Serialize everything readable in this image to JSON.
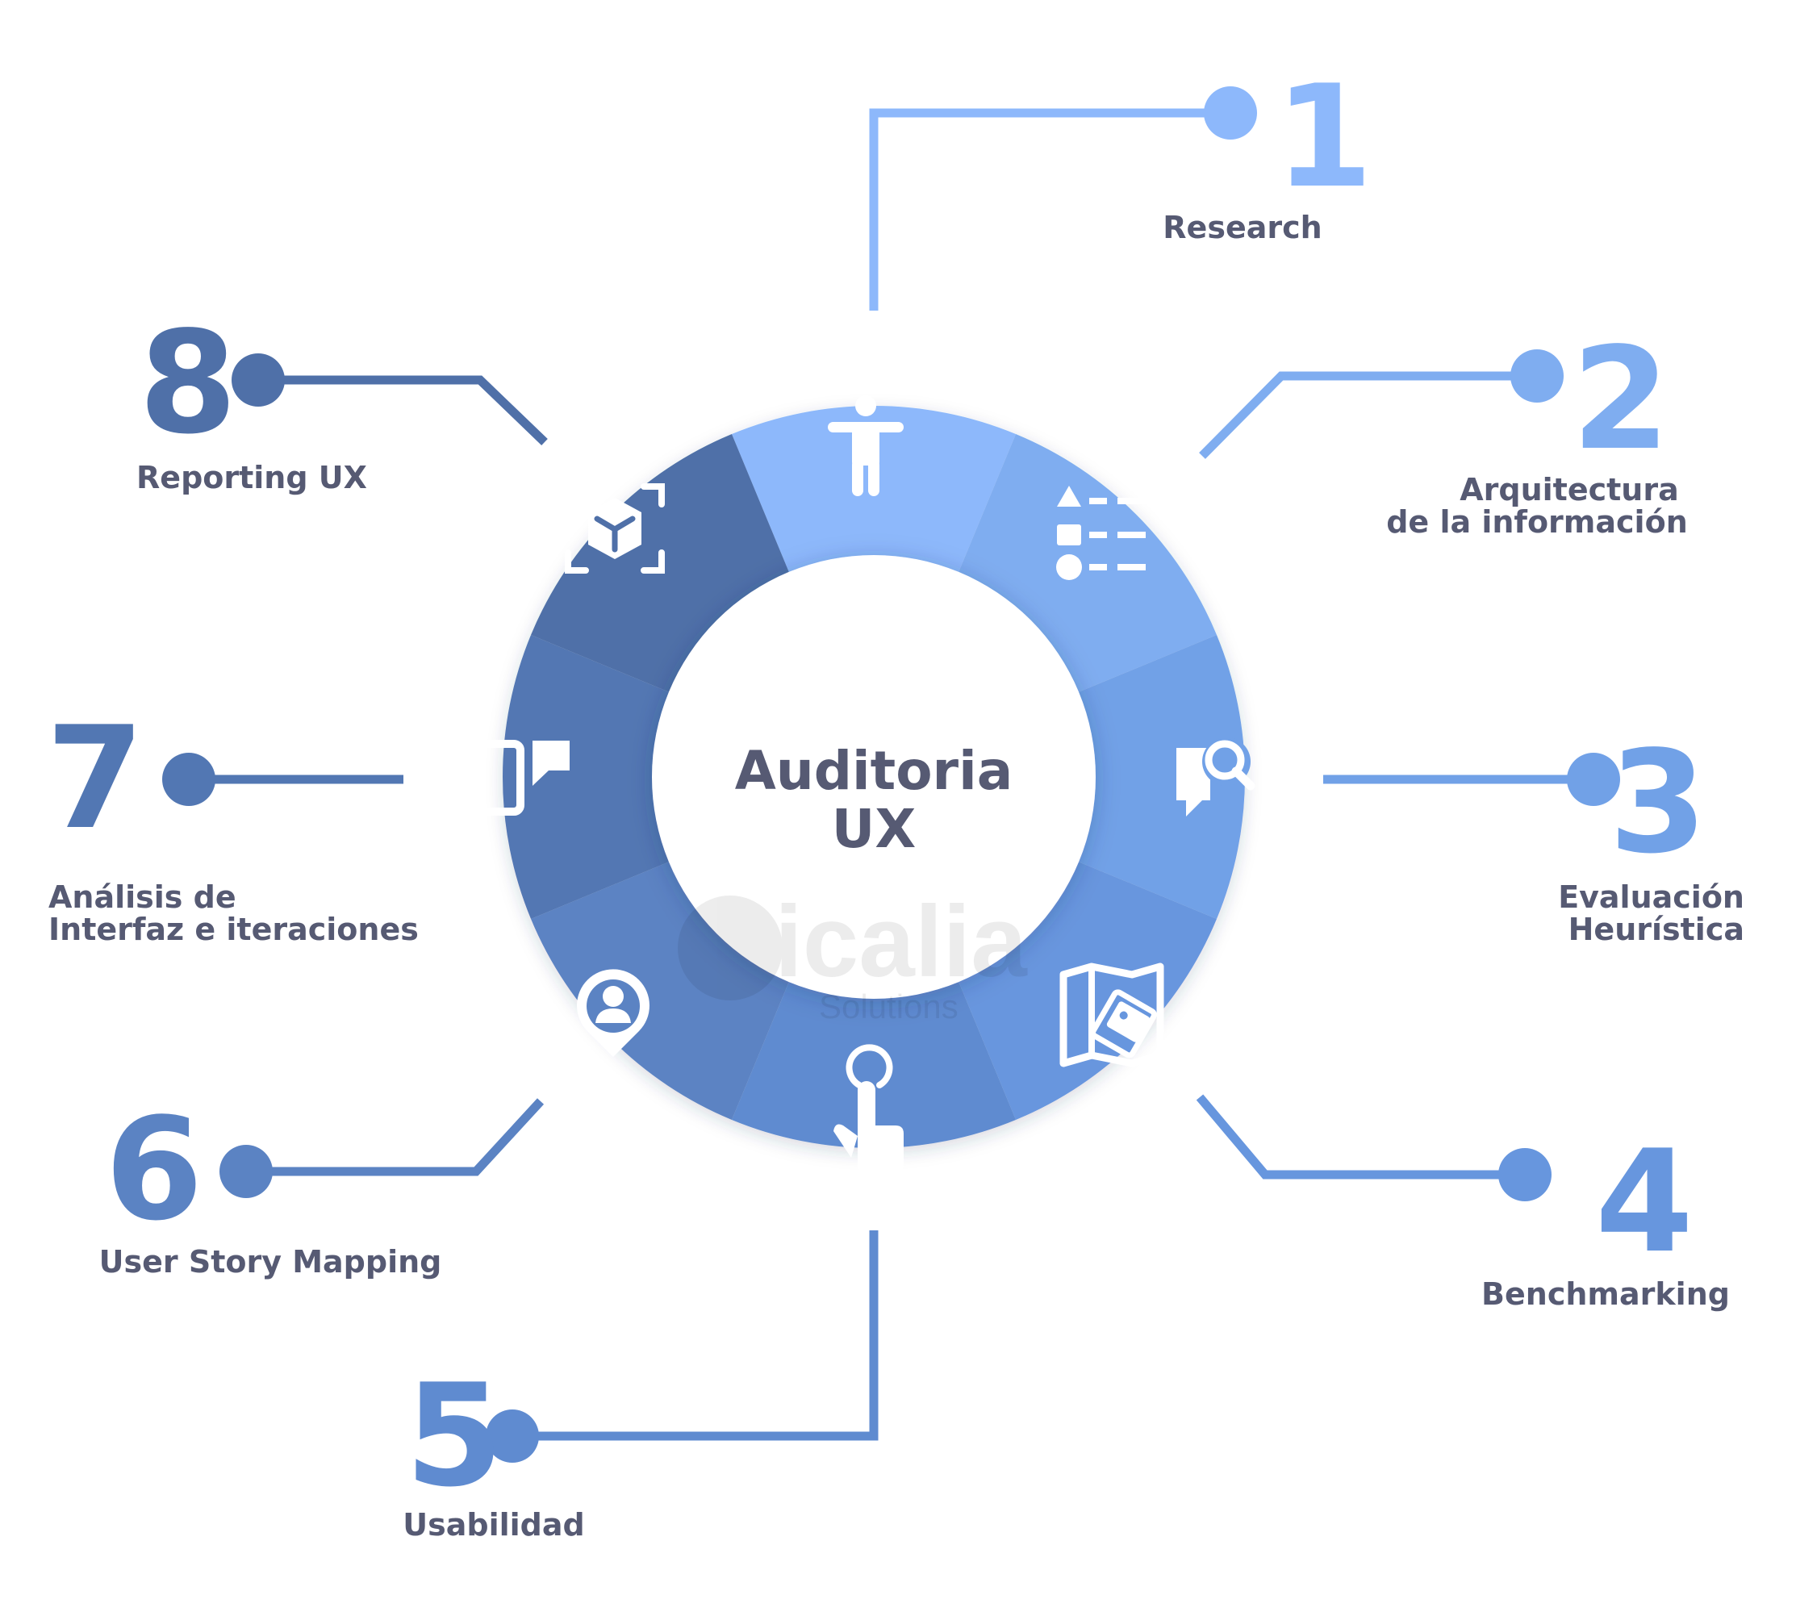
{
  "center": {
    "title_line1": "Auditoria",
    "title_line2": "UX"
  },
  "watermark": {
    "brand": "icalia",
    "sub": "Solutions"
  },
  "steps": [
    {
      "number": "1",
      "label_lines": [
        "Research"
      ],
      "icon": "accessibility-person-icon",
      "color": "#8db8fb"
    },
    {
      "number": "2",
      "label_lines": [
        "Arquitectura",
        "de la información"
      ],
      "icon": "shapes-list-icon",
      "color": "#7fadf0"
    },
    {
      "number": "3",
      "label_lines": [
        "Evaluación",
        "Heurística"
      ],
      "icon": "chat-search-icon",
      "color": "#71a1e7"
    },
    {
      "number": "4",
      "label_lines": [
        "Benchmarking"
      ],
      "icon": "map-tag-icon",
      "color": "#6796de"
    },
    {
      "number": "5",
      "label_lines": [
        "Usabilidad"
      ],
      "icon": "touch-finger-icon",
      "color": "#5f8bd0"
    },
    {
      "number": "6",
      "label_lines": [
        "User Story Mapping"
      ],
      "icon": "location-user-icon",
      "color": "#5b83c3"
    },
    {
      "number": "7",
      "label_lines": [
        "Análisis de",
        "Interfaz e iteraciones"
      ],
      "icon": "device-chat-icon",
      "color": "#5277b3"
    },
    {
      "number": "8",
      "label_lines": [
        "Reporting UX"
      ],
      "icon": "ar-cube-icon",
      "color": "#4f70a8"
    }
  ],
  "colors": {
    "text": "#565a73",
    "connector_light": "#8db8fb",
    "connector_dark": "#5277b3"
  }
}
